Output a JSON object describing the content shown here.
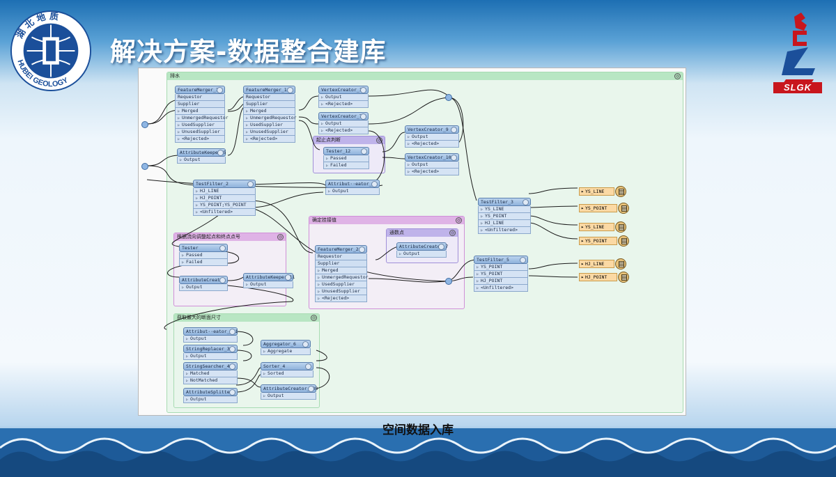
{
  "slide": {
    "title": "解决方案-数据整合建库",
    "caption": "空间数据入库",
    "left_logo": {
      "top_text": "湖 北 地 质",
      "bottom_text": "HUBEI GEOLOGY"
    },
    "right_logo": {
      "text": "SLGK"
    }
  },
  "workspace": {
    "groups": [
      {
        "id": "g-main",
        "label": "排水"
      },
      {
        "id": "g-start",
        "label": "起止点判断"
      },
      {
        "id": "g-flow",
        "label": "根据流向调整起点和终点点号"
      },
      {
        "id": "g-assign",
        "label": "确定挂接值"
      },
      {
        "id": "g-via",
        "label": "通数点"
      },
      {
        "id": "g-size",
        "label": "获取最大的断面尺寸"
      }
    ],
    "transformers": [
      {
        "id": "fm10",
        "name": "FeatureMerger_10",
        "ports": [
          "Requestor",
          "Supplier",
          "Merged",
          "UnmergedRequestor",
          "UsedSupplier",
          "UnusedSupplier",
          "<Rejected>"
        ]
      },
      {
        "id": "fm11",
        "name": "FeatureMerger_11",
        "ports": [
          "Requestor",
          "Supplier",
          "Merged",
          "UnmergedRequestor",
          "UsedSupplier",
          "UnusedSupplier",
          "<Rejected>"
        ]
      },
      {
        "id": "vc13",
        "name": "VertexCreator_13",
        "ports": [
          "Output",
          "<Rejected>"
        ]
      },
      {
        "id": "vc7",
        "name": "VertexCreator_7",
        "ports": [
          "Output",
          "<Rejected>"
        ]
      },
      {
        "id": "vc9",
        "name": "VertexCreator_9",
        "ports": [
          "Output",
          "<Rejected>"
        ]
      },
      {
        "id": "vc10",
        "name": "VertexCreator_10",
        "ports": [
          "Output",
          "<Rejected>"
        ]
      },
      {
        "id": "ak5",
        "name": "AttributeKeeper_5",
        "ports": [
          "Output"
        ]
      },
      {
        "id": "t12",
        "name": "Tester_12",
        "ports": [
          "Passed",
          "Failed"
        ]
      },
      {
        "id": "ac34",
        "name": "Attribut··eator_34",
        "ports": [
          "Output"
        ]
      },
      {
        "id": "tf2",
        "name": "TestFilter_2",
        "ports": [
          "HJ_LINE",
          "HJ_POINT",
          "YS_POINT;YS_POINT",
          "<Unfiltered>"
        ]
      },
      {
        "id": "tf3",
        "name": "TestFilter_3",
        "ports": [
          "YS_LINE",
          "YS_POINT",
          "HJ_LINE",
          "<Unfiltered>"
        ]
      },
      {
        "id": "tester",
        "name": "Tester",
        "ports": [
          "Passed",
          "Failed"
        ]
      },
      {
        "id": "ac",
        "name": "AttributeCreator",
        "ports": [
          "Output"
        ]
      },
      {
        "id": "ak11",
        "name": "AttributeKeeper_11",
        "ports": [
          "Output"
        ]
      },
      {
        "id": "fm2",
        "name": "FeatureMerger_2",
        "ports": [
          "Requestor",
          "Supplier",
          "Merged",
          "UnmergedRequestor",
          "UsedSupplier",
          "UnusedSupplier",
          "<Rejected>"
        ]
      },
      {
        "id": "ac7",
        "name": "AttributeCreator_7",
        "ports": [
          "Output"
        ]
      },
      {
        "id": "tf5",
        "name": "TestFilter_5",
        "ports": [
          "YS_POINT",
          "YS_POINT",
          "HJ_POINT",
          "<Unfiltered>"
        ]
      },
      {
        "id": "ac111",
        "name": "Attribut··eator_111",
        "ports": [
          "Output"
        ]
      },
      {
        "id": "sr3",
        "name": "StringReplacer_3",
        "ports": [
          "Output"
        ]
      },
      {
        "id": "agg6",
        "name": "Aggregator_6",
        "ports": [
          "Aggregate"
        ]
      },
      {
        "id": "ss4",
        "name": "StringSearcher_4",
        "ports": [
          "Matched",
          "NotMatched"
        ]
      },
      {
        "id": "sort4",
        "name": "Sorter_4",
        "ports": [
          "Sorted"
        ]
      },
      {
        "id": "as",
        "name": "AttributeSplitter",
        "ports": [
          "Output"
        ]
      },
      {
        "id": "ac238",
        "name": "AttributeCreator_238",
        "ports": [
          "Output"
        ]
      }
    ],
    "writers": [
      "YS_LINE",
      "YS_POINT",
      "YS_LINE",
      "YS_POINT",
      "HJ_LINE",
      "HJ_POINT"
    ]
  }
}
